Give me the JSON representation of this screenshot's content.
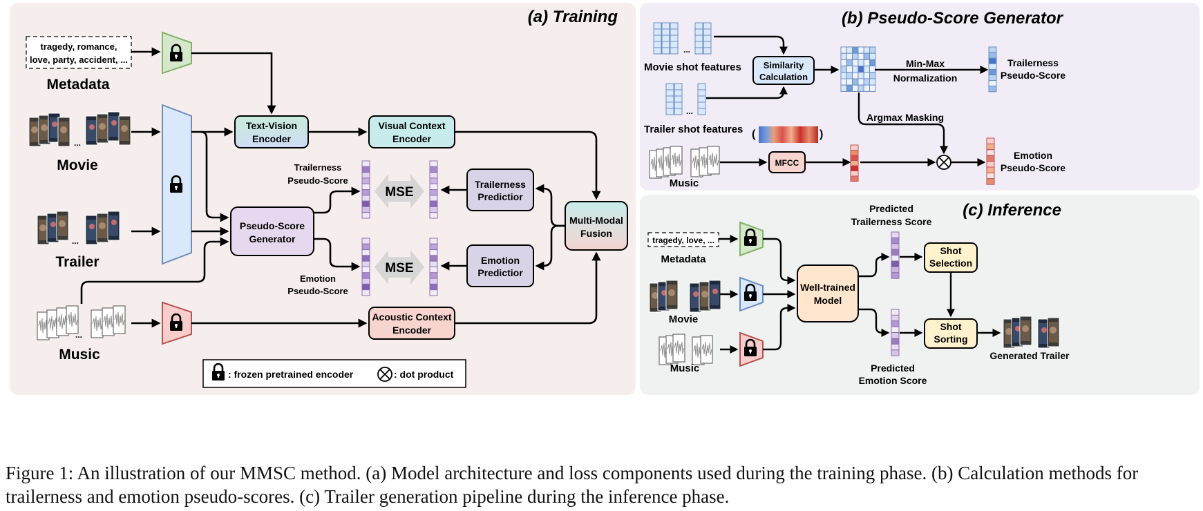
{
  "panels": {
    "training": "(a) Training",
    "pseudo": "(b) Pseudo-Score Generator",
    "inference": "(c) Inference"
  },
  "training": {
    "metadata_text_1": "tragedy, romance,",
    "metadata_text_2": "love, party, accident, ...",
    "metadata_label": "Metadata",
    "movie_label": "Movie",
    "trailer_label": "Trailer",
    "music_label": "Music",
    "ellipsis": "...",
    "text_vision_1": "Text-Vision",
    "text_vision_2": "Encoder",
    "visual_context_1": "Visual Context",
    "visual_context_2": "Encoder",
    "pseudo_gen_1": "Pseudo-Score",
    "pseudo_gen_2": "Generator",
    "trailerness_ps_1": "Trailerness",
    "trailerness_ps_2": "Pseudo-Score",
    "emotion_ps_1": "Emotion",
    "emotion_ps_2": "Pseudo-Score",
    "mse": "MSE",
    "trailerness_pred_1": "Trailerness",
    "trailerness_pred_2": "Predictior",
    "emotion_pred_1": "Emotion",
    "emotion_pred_2": "Predictior",
    "fusion_1": "Multi-Modal",
    "fusion_2": "Fusion",
    "acoustic_1": "Acoustic Context",
    "acoustic_2": "Encoder"
  },
  "legend": {
    "frozen": ": frozen pretrained encoder",
    "dot": ": dot product"
  },
  "pseudo": {
    "movie_shot_features": "Movie shot features",
    "trailer_shot_features": "Trailer shot features",
    "similarity_1": "Similarity",
    "similarity_2": "Calculation",
    "minmax_1": "Min-Max",
    "minmax_2": "Normalization",
    "trailerness_1": "Trailerness",
    "trailerness_2": "Pseudo-Score",
    "argmax": "Argmax Masking",
    "music": "Music",
    "mfcc": "MFCC",
    "emotion_1": "Emotion",
    "emotion_2": "Pseudo-Score",
    "paren_open": "(",
    "paren_close": ")",
    "ellipsis": "..."
  },
  "inference": {
    "metadata_text": "tragedy, love, ...",
    "metadata": "Metadata",
    "movie": "Movie",
    "music": "Music",
    "model_1": "Well-trained",
    "model_2": "Model",
    "pred_trailerness_1": "Predicted",
    "pred_trailerness_2": "Trailerness Score",
    "pred_emotion_1": "Predicted",
    "pred_emotion_2": "Emotion Score",
    "shot_selection_1": "Shot",
    "shot_selection_2": "Selection",
    "shot_sorting_1": "Shot",
    "shot_sorting_2": "Sorting",
    "generated": "Generated Trailer"
  },
  "caption": "Figure 1: An illustration of our MMSC method. (a) Model architecture and loss components used during the training phase. (b) Calculation methods for trailerness and emotion pseudo-scores. (c) Trailer generation pipeline during the inference phase.",
  "colors": {
    "panel_a": "#f6eeec",
    "panel_b": "#f1ecf6",
    "panel_c": "#f0f1f1",
    "green": "#d9ead3",
    "blue": "#dae8fc",
    "red": "#f8cecc",
    "purple": "#d9d3e8",
    "teal": "#c8ecec",
    "yellow": "#fff2cc",
    "orange": "#ffe6cc"
  }
}
